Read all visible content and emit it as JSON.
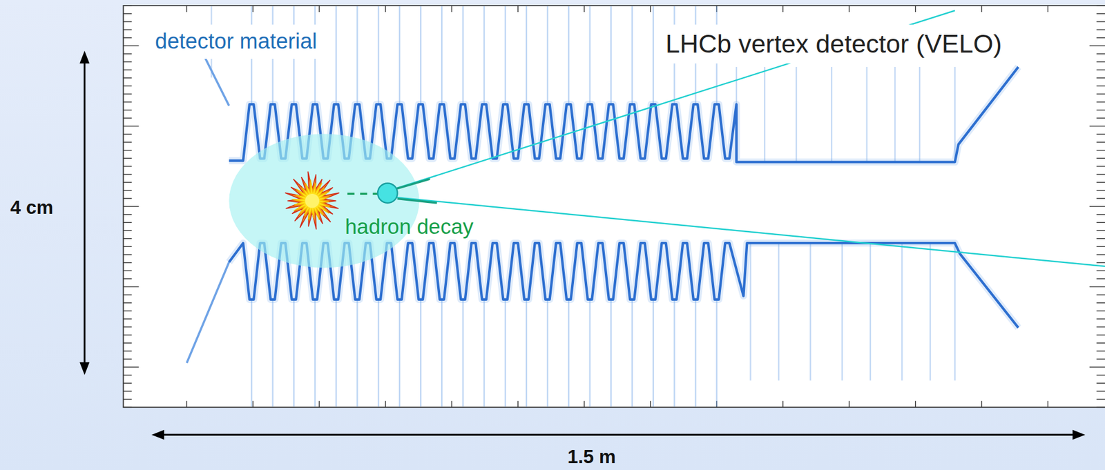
{
  "diagram": {
    "labels": [
      "detector material",
      "LHCb vertex detector (VELO)",
      "hadron decay",
      "4 cm",
      "1.5 m"
    ]
  }
}
